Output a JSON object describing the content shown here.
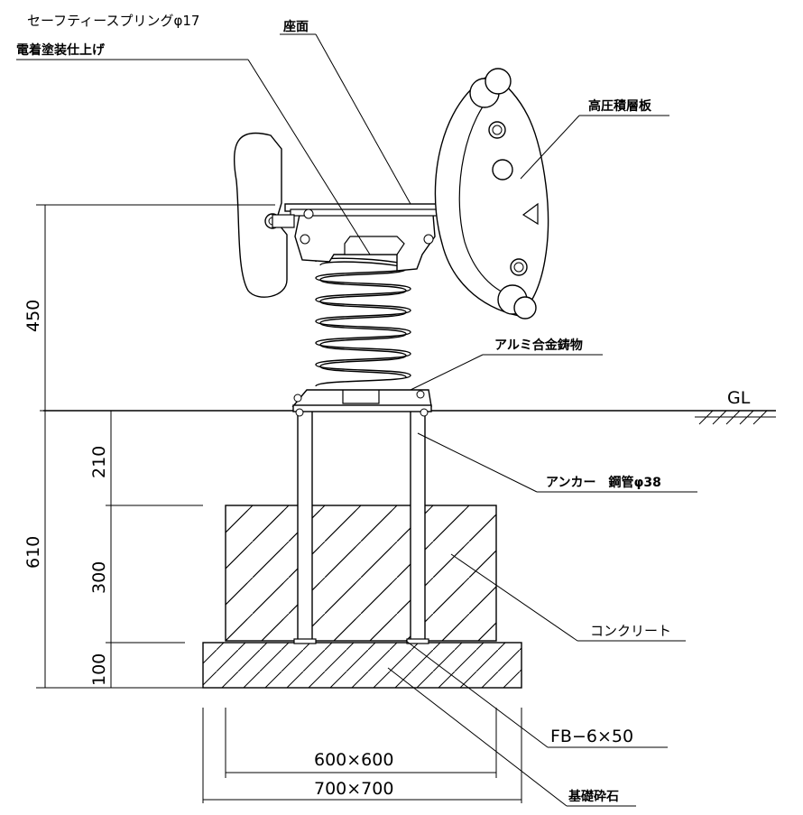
{
  "labels": {
    "spring": "セーフティースプリングφ17",
    "coating": "電着塗装仕上げ",
    "seat": "座面",
    "board": "高圧積層板",
    "casting": "アルミ合金鋳物",
    "ground": "GL",
    "anchor": "アンカー　鋼管φ38",
    "concrete": "コンクリート",
    "fb": "FB−6×50",
    "gravel": "基礎砕石"
  },
  "dimensions": {
    "height_above": "450",
    "depth_total": "610",
    "anchor_exposed": "210",
    "concrete_height": "300",
    "gravel_height": "100",
    "concrete_size": "600×600",
    "gravel_size": "700×700"
  }
}
